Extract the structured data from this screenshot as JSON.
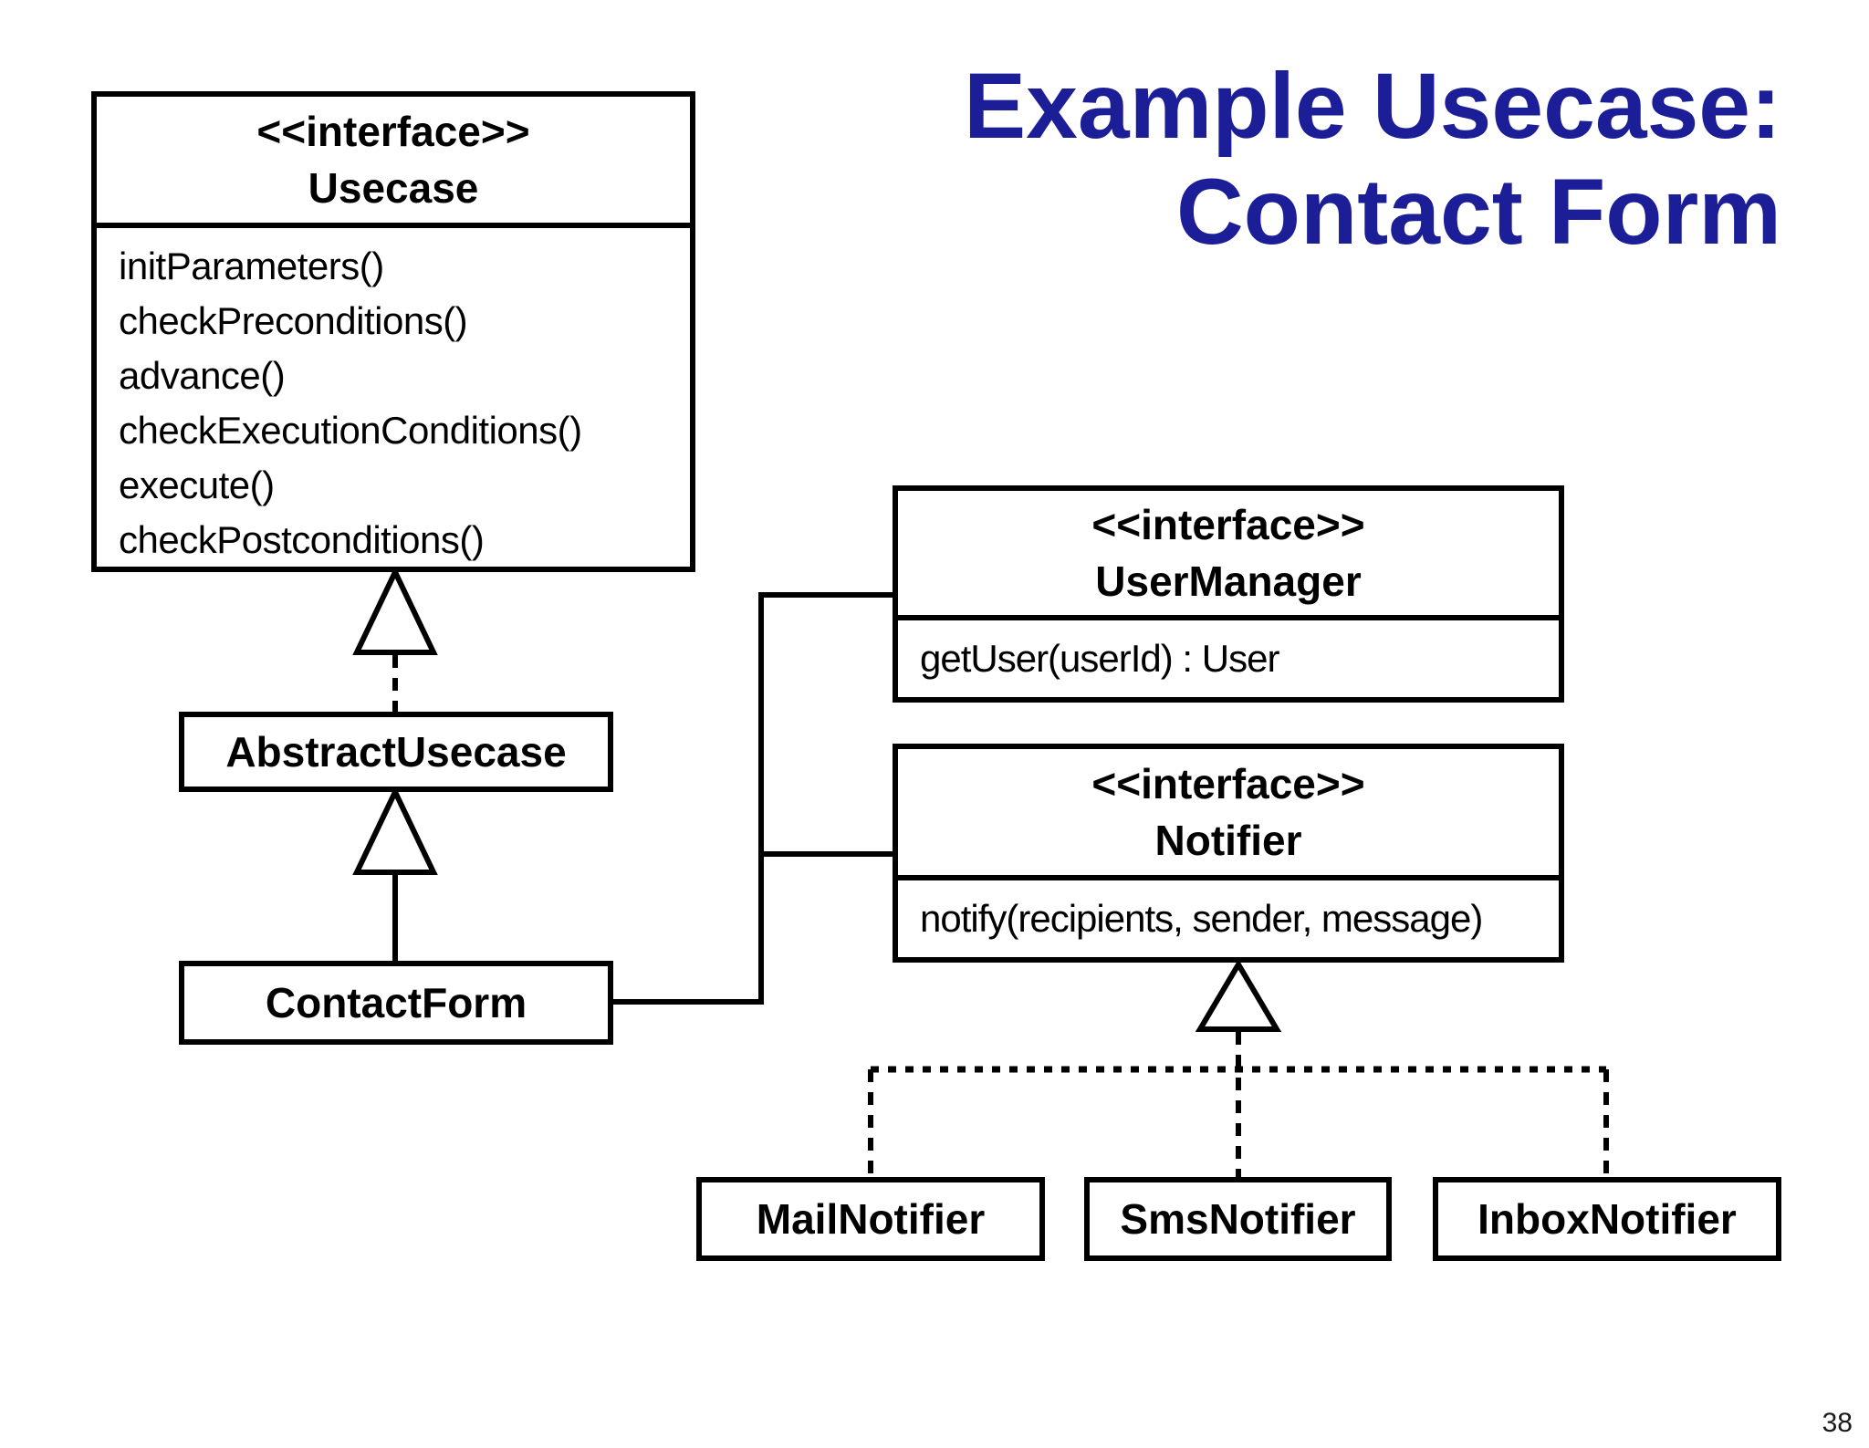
{
  "title": {
    "line1": "Example Usecase:",
    "line2": "Contact Form",
    "color": "#1b1e96"
  },
  "page_number": "38",
  "diagram": {
    "line_color": "#000000",
    "classes": {
      "usecase": {
        "stereotype": "<<interface>>",
        "name": "Usecase",
        "methods": [
          "initParameters()",
          "checkPreconditions()",
          "advance()",
          "checkExecutionConditions()",
          "execute()",
          "checkPostconditions()"
        ]
      },
      "abstract_usecase": {
        "name": "AbstractUsecase"
      },
      "contact_form": {
        "name": "ContactForm"
      },
      "user_manager": {
        "stereotype": "<<interface>>",
        "name": "UserManager",
        "methods": [
          "getUser(userId) : User"
        ]
      },
      "notifier": {
        "stereotype": "<<interface>>",
        "name": "Notifier",
        "methods": [
          "notify(recipients, sender, message)"
        ]
      },
      "mail_notifier": {
        "name": "MailNotifier"
      },
      "sms_notifier": {
        "name": "SmsNotifier"
      },
      "inbox_notifier": {
        "name": "InboxNotifier"
      }
    }
  }
}
